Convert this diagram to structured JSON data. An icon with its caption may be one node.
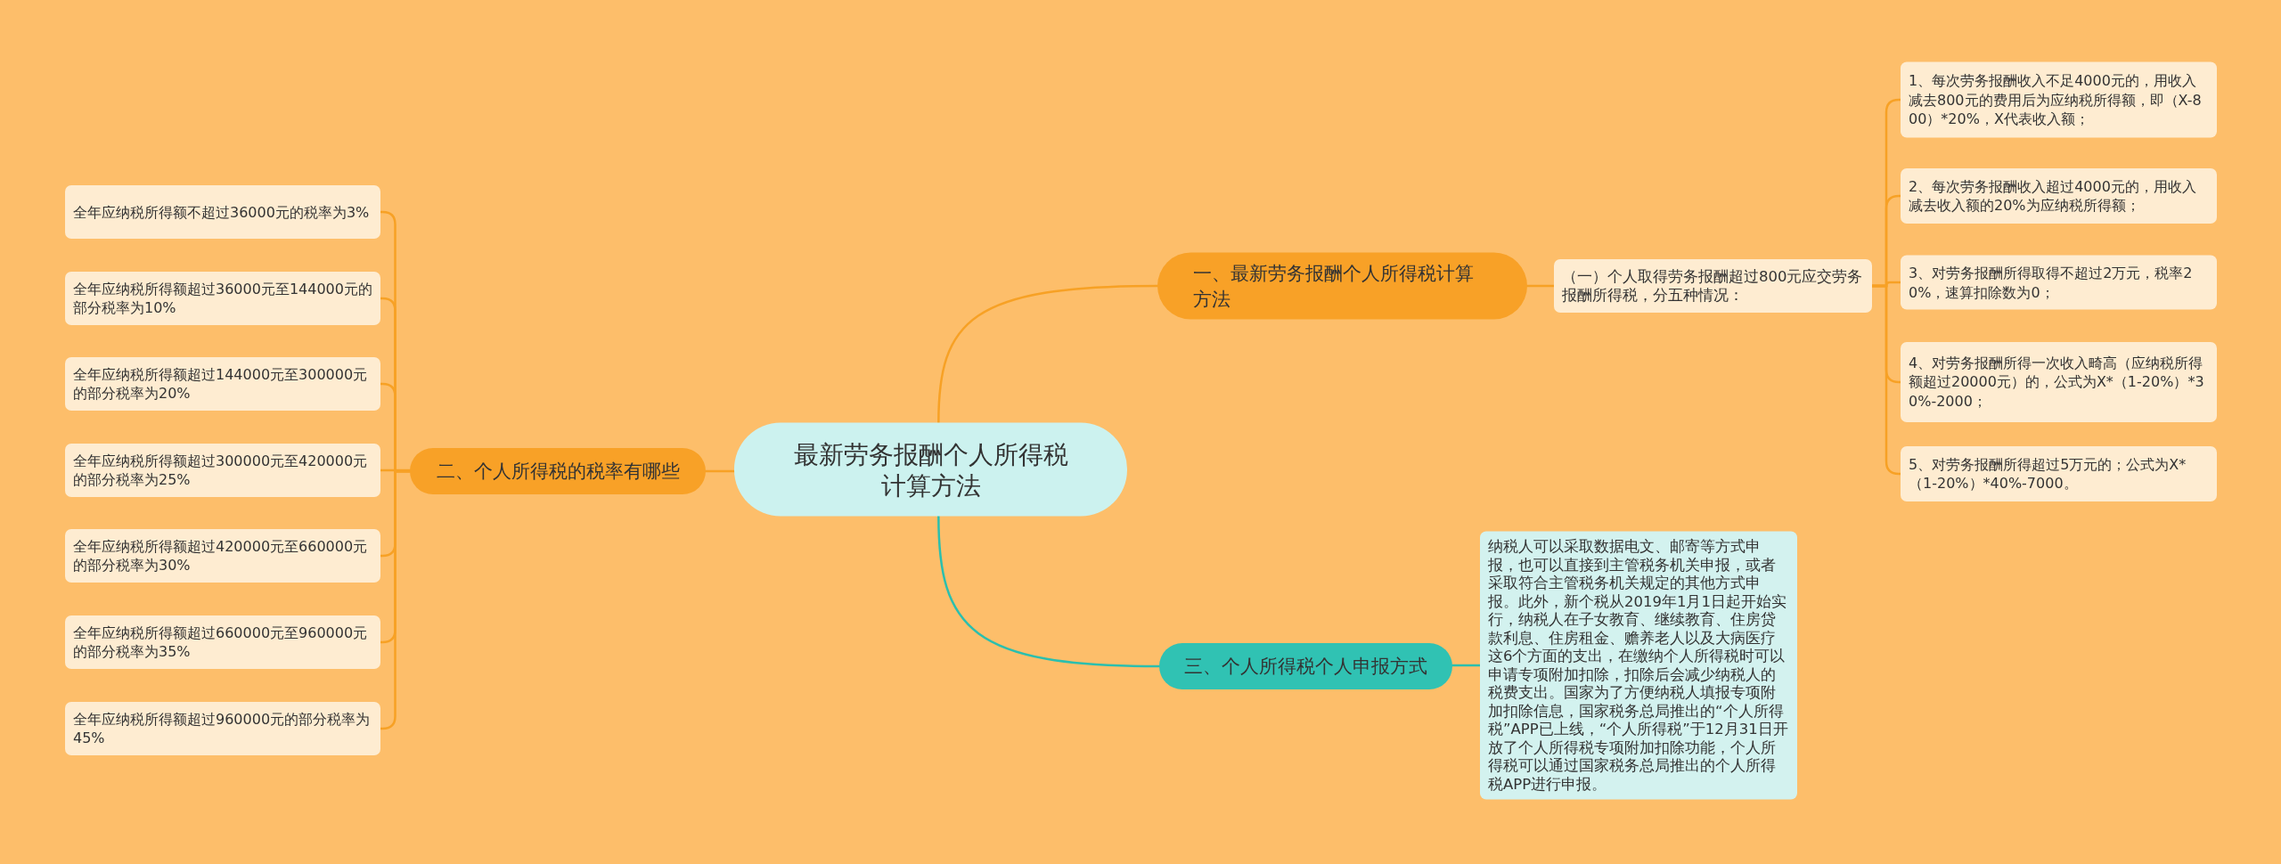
{
  "diagram": {
    "nodes": [
      {
        "text": [
          "最新劳务报酬个人所得税计算方法"
        ]
      },
      {
        "text": [
          "一、最新劳务报酬个人所得税计算方法"
        ]
      },
      {
        "text": [
          "（一）个人取得劳务报酬超过800元应交劳务报酬所得税，分五种情况："
        ]
      },
      {
        "text": [
          "1、每次劳务报酬收入不足4000元的，用收入减去800元的费用后为应纳税所得额，即（X-800）*20%，X代表收入额；"
        ]
      },
      {
        "text": [
          "2、每次劳务报酬收入超过4000元的，用收入减去收入额的20%为应纳税所得额；"
        ]
      },
      {
        "text": [
          "3、对劳务报酬所得取得不超过2万元，税率20%，速算扣除数为0；"
        ]
      },
      {
        "text": [
          "4、对劳务报酬所得一次收入畸高（应纳税所得额超过20000元）的，公式为X*（1-20%）*30%-2000；"
        ]
      },
      {
        "text": [
          "5、对劳务报酬所得超过5万元的；公式为X*（1-20%）*40%-7000。"
        ]
      },
      {
        "text": [
          "二、个人所得税的税率有哪些"
        ]
      },
      {
        "text": [
          "全年应纳税所得额不超过36000元的税率为3%"
        ]
      },
      {
        "text": [
          "全年应纳税所得额超过36000元至144000元的部分税率为10%"
        ]
      },
      {
        "text": [
          "全年应纳税所得额超过144000元至300000元的部分税率为20%"
        ]
      },
      {
        "text": [
          "全年应纳税所得额超过300000元至420000元的部分税率为25%"
        ]
      },
      {
        "text": [
          "全年应纳税所得额超过420000元至660000元的部分税率为30%"
        ]
      },
      {
        "text": [
          "全年应纳税所得额超过660000元至960000元的部分税率为35%"
        ]
      },
      {
        "text": [
          "全年应纳税所得额超过960000元的部分税率为45%"
        ]
      },
      {
        "text": [
          "三、个人所得税个人申报方式"
        ]
      },
      {
        "text": [
          "纳税人可以采取数据电文、邮寄等方式申报，也可以直接到主管税务机关申报，或者采取符合主管税务机关规定的其他方式申报。此外，新个税从2019年1月1日起开始实行，纳税人在子女教育、继续教育、住房贷款利息、住房租金、赡养老人以及大病医疗这6个方面的支出，在缴纳个人所得税时可以申请专项附加扣除，扣除后会减少纳税人的税费支出。国家为了方便纳税人填报专项附加扣除信息，国家税务总局推出的“个人所得税”APP已上线，“个人所得税”于12月31日开放了个人所得税专项附加扣除功能，个人所得税可以通过国家税务总局推出的个人所得税APP进行申报。"
        ]
      }
    ],
    "edges": [
      {
        "from": 0,
        "to": 1,
        "arrow": "none"
      },
      {
        "from": 0,
        "to": 8,
        "arrow": "none"
      },
      {
        "from": 0,
        "to": 16,
        "arrow": "none",
        "color": "#2bbfae"
      },
      {
        "from": 1,
        "to": 2,
        "arrow": "none"
      },
      {
        "from": 2,
        "to": 3,
        "arrow": "none"
      },
      {
        "from": 2,
        "to": 4,
        "arrow": "none"
      },
      {
        "from": 2,
        "to": 5,
        "arrow": "none"
      },
      {
        "from": 2,
        "to": 6,
        "arrow": "none"
      },
      {
        "from": 2,
        "to": 7,
        "arrow": "none"
      },
      {
        "from": 8,
        "to": 9,
        "arrow": "none"
      },
      {
        "from": 8,
        "to": 10,
        "arrow": "none"
      },
      {
        "from": 8,
        "to": 11,
        "arrow": "none"
      },
      {
        "from": 8,
        "to": 12,
        "arrow": "none"
      },
      {
        "from": 8,
        "to": 13,
        "arrow": "none"
      },
      {
        "from": 8,
        "to": 14,
        "arrow": "none"
      },
      {
        "from": 8,
        "to": 15,
        "arrow": "none"
      },
      {
        "from": 16,
        "to": 17,
        "arrow": "none",
        "color": "#2bbfae"
      }
    ]
  }
}
